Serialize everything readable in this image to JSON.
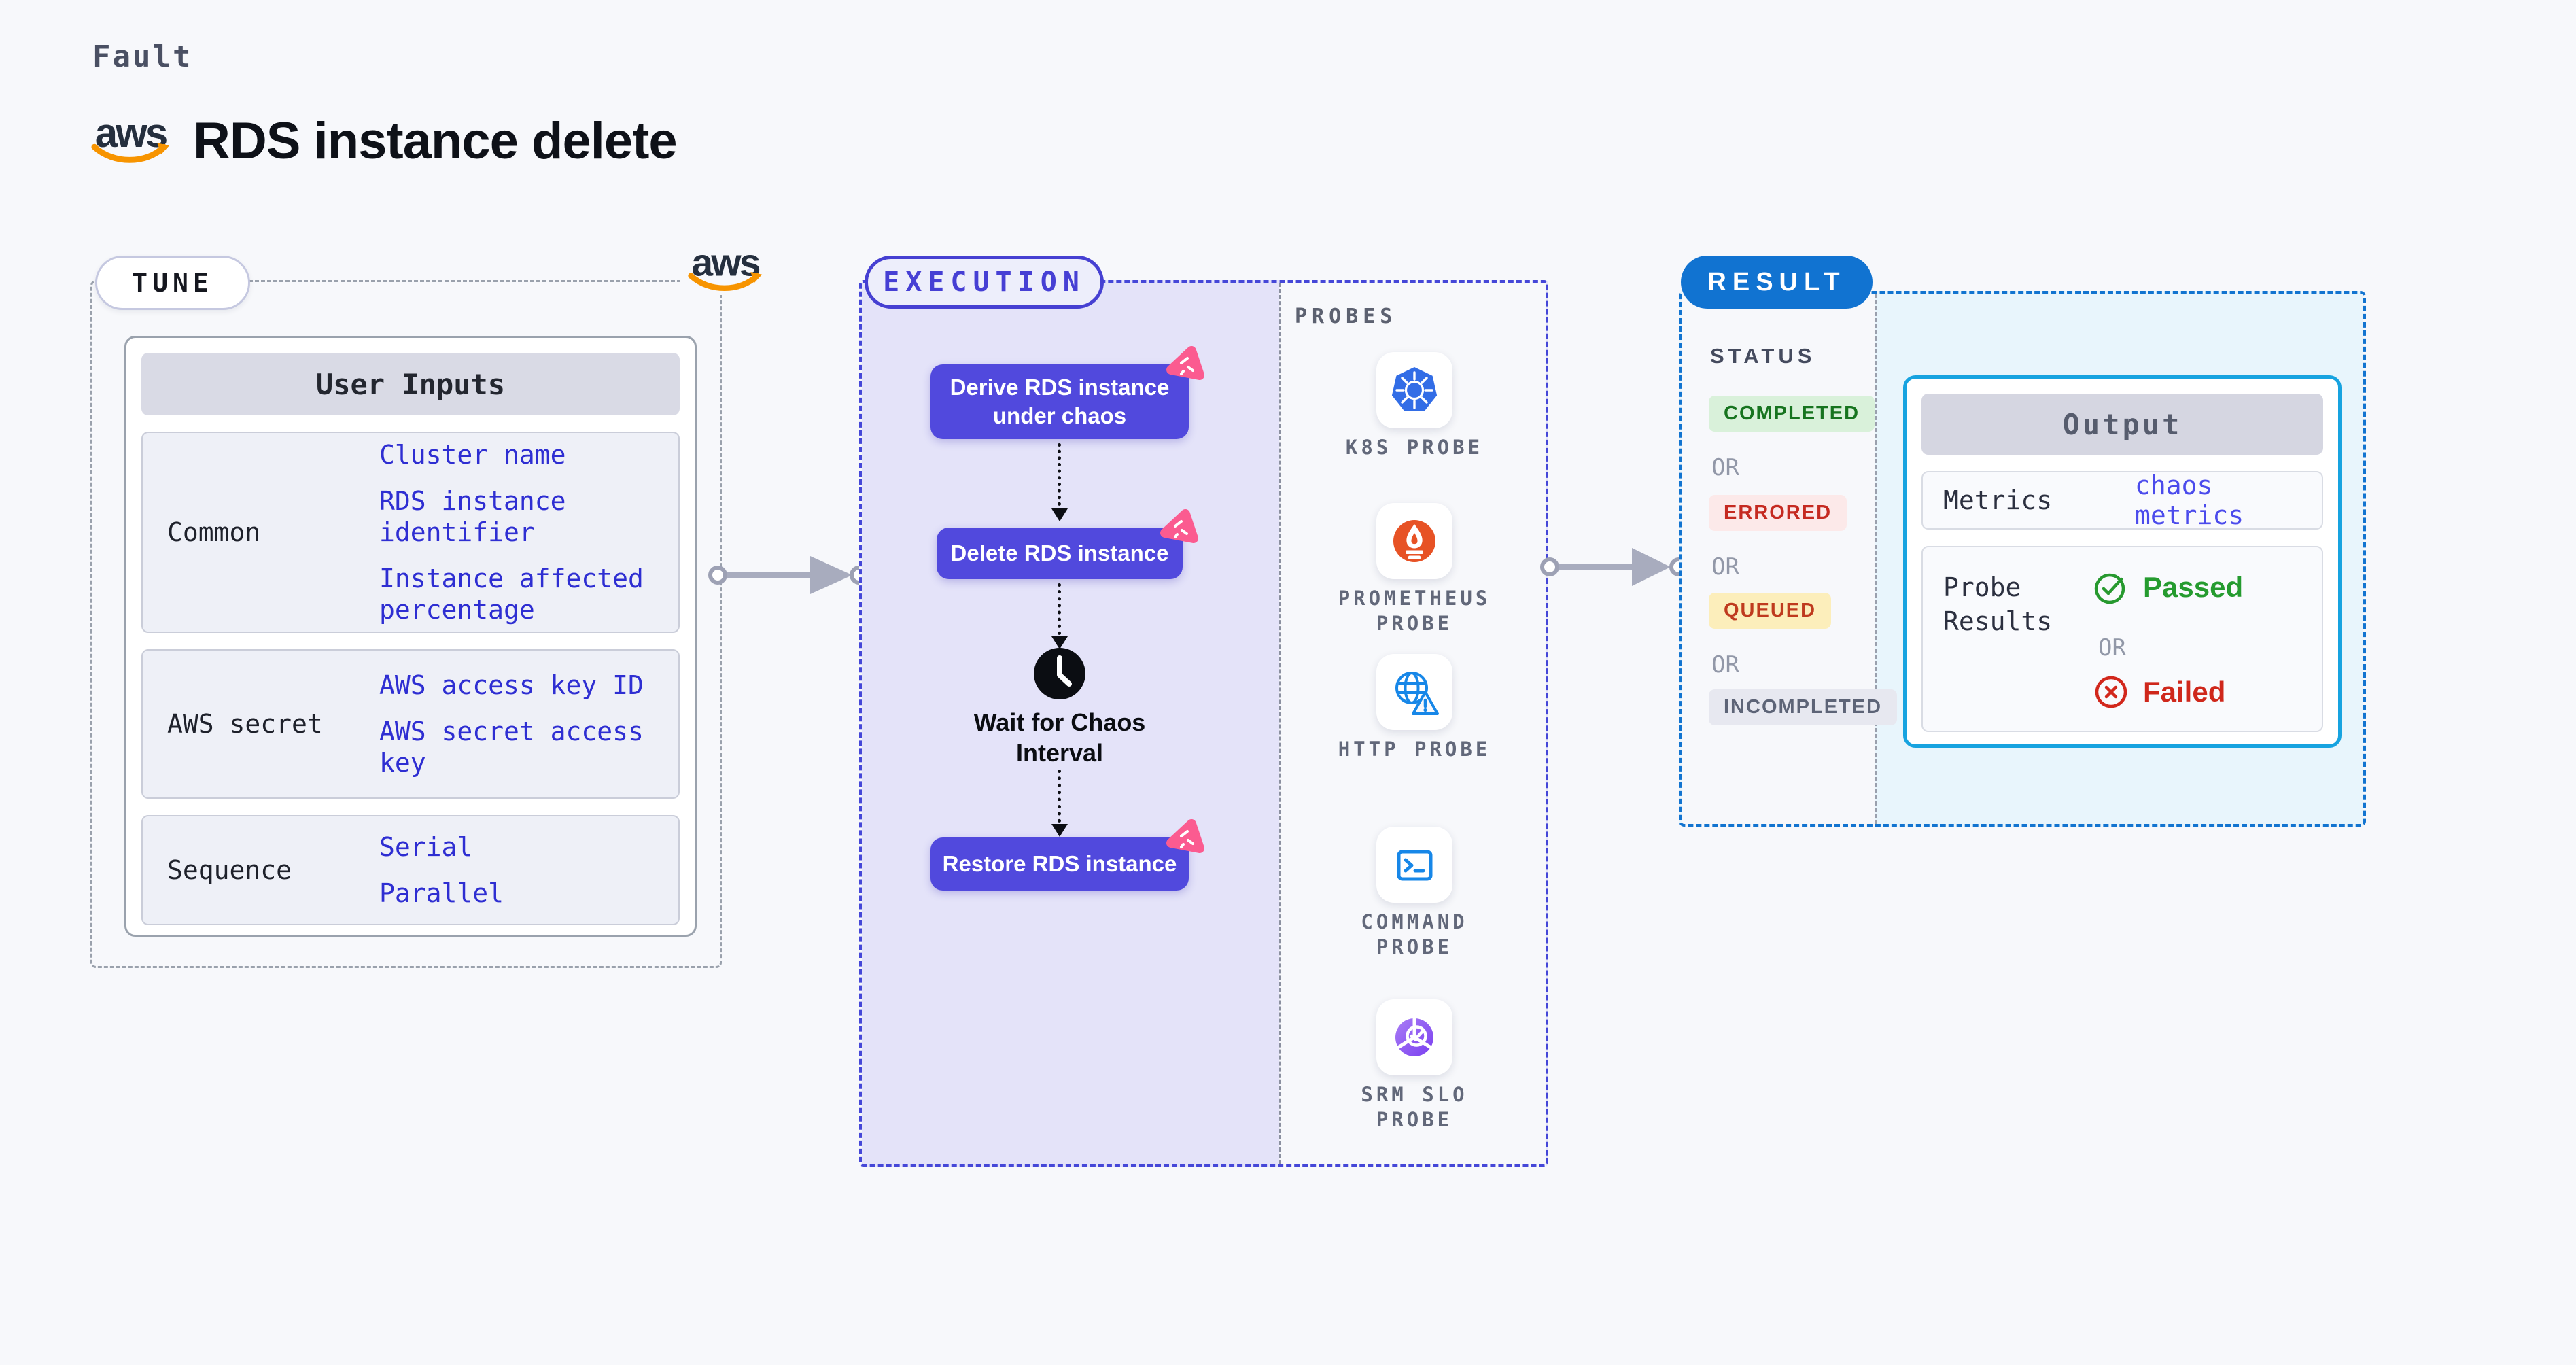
{
  "header": {
    "category": "Fault",
    "title": "RDS instance delete",
    "brand": "aws"
  },
  "tune": {
    "pill": "TUNE",
    "table": {
      "header": "User Inputs",
      "rows": [
        {
          "label": "Common",
          "values": [
            "Cluster name",
            "RDS instance identifier",
            "Instance affected percentage"
          ]
        },
        {
          "label": "AWS secret",
          "values": [
            "AWS access key ID",
            "AWS secret access key"
          ]
        },
        {
          "label": "Sequence",
          "values": [
            "Serial",
            "Parallel"
          ]
        }
      ]
    }
  },
  "execution": {
    "pill": "EXECUTION",
    "steps": [
      {
        "type": "fault",
        "label": "Derive RDS instance under chaos"
      },
      {
        "type": "fault",
        "label": "Delete RDS instance"
      },
      {
        "type": "wait",
        "label": "Wait for Chaos Interval"
      },
      {
        "type": "fault",
        "label": "Restore RDS instance"
      }
    ]
  },
  "probes": {
    "heading": "PROBES",
    "items": [
      {
        "label": "K8S PROBE",
        "icon": "kubernetes-icon"
      },
      {
        "label": "PROMETHEUS PROBE",
        "icon": "prometheus-icon"
      },
      {
        "label": "HTTP PROBE",
        "icon": "globe-warning-icon"
      },
      {
        "label": "COMMAND PROBE",
        "icon": "terminal-icon"
      },
      {
        "label": "SRM SLO PROBE",
        "icon": "slo-donut-check-icon"
      }
    ]
  },
  "result": {
    "pill": "RESULT",
    "status": {
      "heading": "STATUS",
      "or_label": "OR",
      "badges": [
        {
          "label": "COMPLETED",
          "color": "#17741f",
          "background": "#d9f1da"
        },
        {
          "label": "ERRORED",
          "color": "#c52a21",
          "background": "#fce9e9"
        },
        {
          "label": "QUEUED",
          "color": "#bf3a1e",
          "background": "#fceebb"
        },
        {
          "label": "INCOMPLETED",
          "color": "#5d6477",
          "background": "#e7e8f0"
        }
      ]
    },
    "output": {
      "header": "Output",
      "metrics_label": "Metrics",
      "metrics_value": "chaos metrics",
      "probe_results_label": "Probe Results",
      "passed_label": "Passed",
      "or_label": "OR",
      "failed_label": "Failed"
    }
  },
  "colors": {
    "page_background": "#f7f8fb",
    "node_indigo": "#5149dd",
    "execution_fill": "#e4e3f9",
    "execution_border": "#4547d8",
    "input_value_blue": "#2e2ed2",
    "result_blue": "#1173d1",
    "output_border": "#17a3e0",
    "output_fill": "#e8f5fc",
    "arrow_gray": "#a8acbe",
    "chaos_pink": "#fb5b90",
    "kubernetes_blue": "#326de6",
    "prometheus_orange": "#e75225",
    "probe_icon_blue": "#1787e8",
    "slo_purple": "#7a3ff0",
    "aws_orange": "#f79400",
    "passed_green": "#259b2f",
    "failed_red": "#cf271b"
  }
}
